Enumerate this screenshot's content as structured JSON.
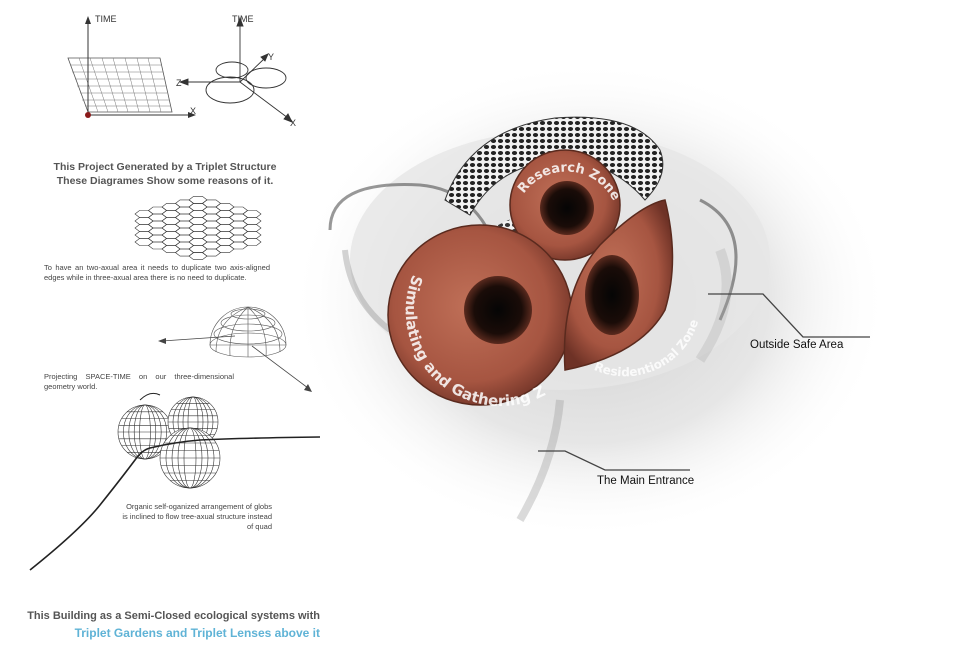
{
  "axis_labels": {
    "time_1": "TIME",
    "x_1": "X",
    "time_2": "TIME",
    "y_2": "Y",
    "z_2": "Z",
    "x_2": "X"
  },
  "intro": {
    "line1": "This Project Generated by a Triplet Structure",
    "line2": "These Diagrames Show some reasons of it."
  },
  "captions": {
    "hex": "To have an two-axual area it needs to duplicate two axis-aligned edges while in three-axual area there is no need to duplicate.",
    "projection": "Projecting SPACE-TIME on our three-dimensional geometry world.",
    "globs": "Organic self-oganized arrangement of globs is inclined to flow tree-axual structure instead of quad"
  },
  "zones": {
    "research": "Research Zone",
    "simulating": "Simulating and Gathering Zone",
    "residential": "Residentional Zone"
  },
  "callouts": {
    "outside": "Outside Safe Area",
    "entrance": "The Main Entrance"
  },
  "footer": {
    "line1": "This Building as a Semi-Closed ecological systems with",
    "line2": "Triplet Gardens and Triplet Lenses above it"
  },
  "colors": {
    "zone_fill": "#a65541",
    "footer_accent": "#5fb3d6",
    "heading_gray": "#555555"
  }
}
